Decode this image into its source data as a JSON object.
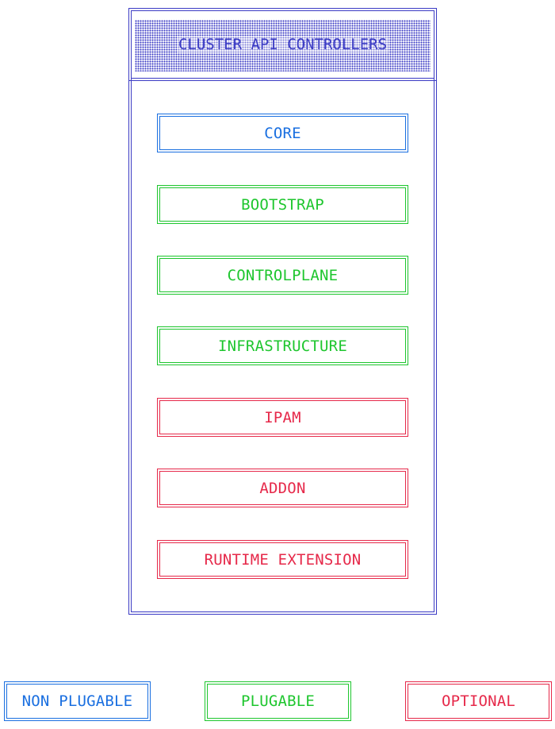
{
  "diagram": {
    "title": "CLUSTER API CONTROLLERS",
    "colors": {
      "frame": "#3b3bc4",
      "non_plugable": "#1a6fe0",
      "plugable": "#1ec62e",
      "optional": "#e6294a"
    },
    "components": [
      {
        "label": "CORE",
        "category": "non_plugable"
      },
      {
        "label": "BOOTSTRAP",
        "category": "plugable"
      },
      {
        "label": "CONTROLPLANE",
        "category": "plugable"
      },
      {
        "label": "INFRASTRUCTURE",
        "category": "plugable"
      },
      {
        "label": "IPAM",
        "category": "optional"
      },
      {
        "label": "ADDON",
        "category": "optional"
      },
      {
        "label": "RUNTIME EXTENSION",
        "category": "optional"
      }
    ]
  },
  "legend": {
    "items": [
      {
        "label": "NON PLUGABLE",
        "category": "non_plugable"
      },
      {
        "label": "PLUGABLE",
        "category": "plugable"
      },
      {
        "label": "OPTIONAL",
        "category": "optional"
      }
    ]
  }
}
